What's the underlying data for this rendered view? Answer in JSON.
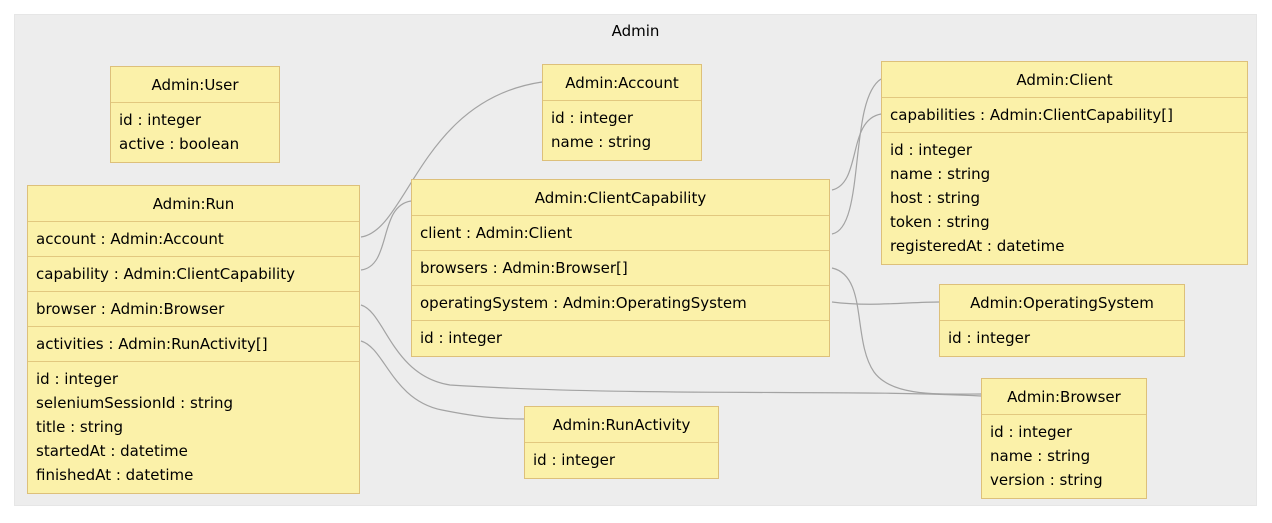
{
  "title": "Admin",
  "colors": {
    "background": "#EDEDED",
    "canvas": "#FFFFFF",
    "node_fill": "#FBF1A9",
    "node_border": "#DDC07A",
    "edge": "#A3A3A3",
    "text": "#000000"
  },
  "entities": [
    {
      "name": "Admin:User",
      "refs": [],
      "attributes": [
        "id : integer",
        "active : boolean"
      ]
    },
    {
      "name": "Admin:Account",
      "refs": [],
      "attributes": [
        "id : integer",
        "name : string"
      ]
    },
    {
      "name": "Admin:Client",
      "refs": [
        "capabilities : Admin:ClientCapability[]"
      ],
      "attributes": [
        "id : integer",
        "name : string",
        "host : string",
        "token : string",
        "registeredAt : datetime"
      ]
    },
    {
      "name": "Admin:Run",
      "refs": [
        "account : Admin:Account",
        "capability : Admin:ClientCapability",
        "browser : Admin:Browser",
        "activities : Admin:RunActivity[]"
      ],
      "attributes": [
        "id : integer",
        "seleniumSessionId : string",
        "title : string",
        "startedAt : datetime",
        "finishedAt : datetime"
      ]
    },
    {
      "name": "Admin:ClientCapability",
      "refs": [
        "client : Admin:Client",
        "browsers : Admin:Browser[]",
        "operatingSystem : Admin:OperatingSystem"
      ],
      "attributes": [
        "id : integer"
      ]
    },
    {
      "name": "Admin:OperatingSystem",
      "refs": [],
      "attributes": [
        "id : integer"
      ]
    },
    {
      "name": "Admin:RunActivity",
      "refs": [],
      "attributes": [
        "id : integer"
      ]
    },
    {
      "name": "Admin:Browser",
      "refs": [],
      "attributes": [
        "id : integer",
        "name : string",
        "version : string"
      ]
    }
  ],
  "relationships": [
    {
      "from": "Admin:Run.account",
      "to": "Admin:Account"
    },
    {
      "from": "Admin:Run.capability",
      "to": "Admin:ClientCapability"
    },
    {
      "from": "Admin:Run.browser",
      "to": "Admin:Browser"
    },
    {
      "from": "Admin:Run.activities",
      "to": "Admin:RunActivity"
    },
    {
      "from": "Admin:ClientCapability.client",
      "to": "Admin:Client"
    },
    {
      "from": "Admin:Client.capabilities",
      "to": "Admin:ClientCapability"
    },
    {
      "from": "Admin:ClientCapability.browsers",
      "to": "Admin:Browser"
    },
    {
      "from": "Admin:ClientCapability.operatingSystem",
      "to": "Admin:OperatingSystem"
    }
  ]
}
